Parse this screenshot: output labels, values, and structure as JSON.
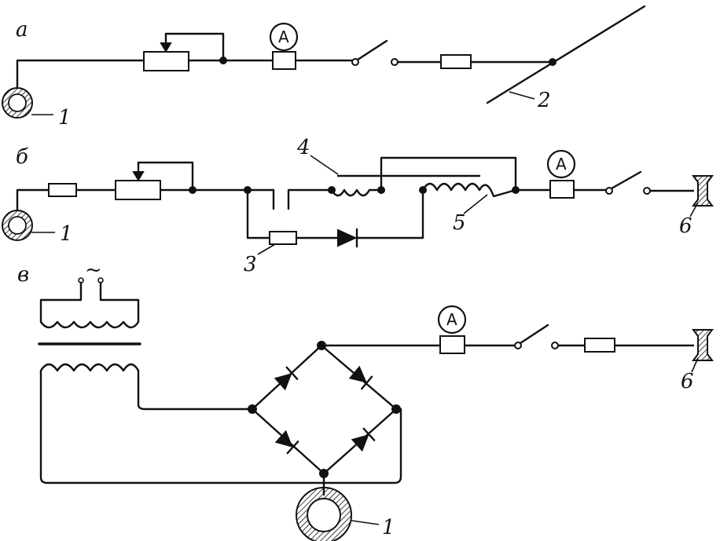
{
  "rows": {
    "a": {
      "letter": "а"
    },
    "b": {
      "letter": "б"
    },
    "c": {
      "letter": "в"
    }
  },
  "labels": {
    "one_a": "1",
    "two": "2",
    "one_b": "1",
    "three": "3",
    "four": "4",
    "five": "5",
    "six_b": "6",
    "ac_symbol": "~",
    "six_c": "6",
    "one_c": "1"
  },
  "meters": {
    "a": "A",
    "b": "A",
    "c": "A"
  }
}
